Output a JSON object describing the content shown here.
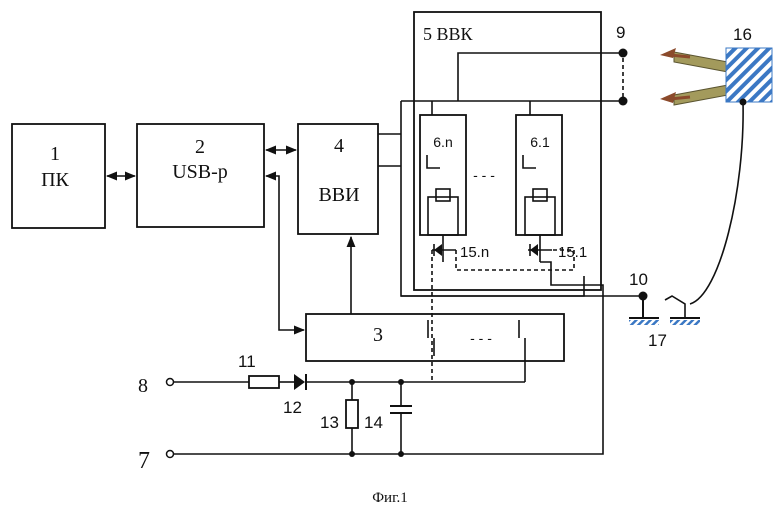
{
  "blocks": {
    "pc": {
      "num": "1",
      "name": "ПК"
    },
    "usb": {
      "num": "2",
      "name": "USB-р"
    },
    "unit3": {
      "num": "3",
      "dashes": "- - -"
    },
    "vvi": {
      "num": "4",
      "name": "ВВИ"
    },
    "vvk": {
      "title": "5 ВВК"
    },
    "relay_n": {
      "label": "6.n"
    },
    "relay_1": {
      "label": "6.1"
    },
    "relay_dashes": "- - -"
  },
  "labels": {
    "n7": "7",
    "n8": "8",
    "n9": "9",
    "n10": "10",
    "n11": "11",
    "n12": "12",
    "n13": "13",
    "n14": "14",
    "n15n": "15.n",
    "n15_1": "15.1",
    "n16": "16",
    "n17": "17"
  },
  "caption": "Фиг.1",
  "colors": {
    "line": "#111111",
    "arrow_brown": "#8b4a2b",
    "probe_body": "#a39a5c",
    "hatch_blue": "#3b78c4"
  }
}
